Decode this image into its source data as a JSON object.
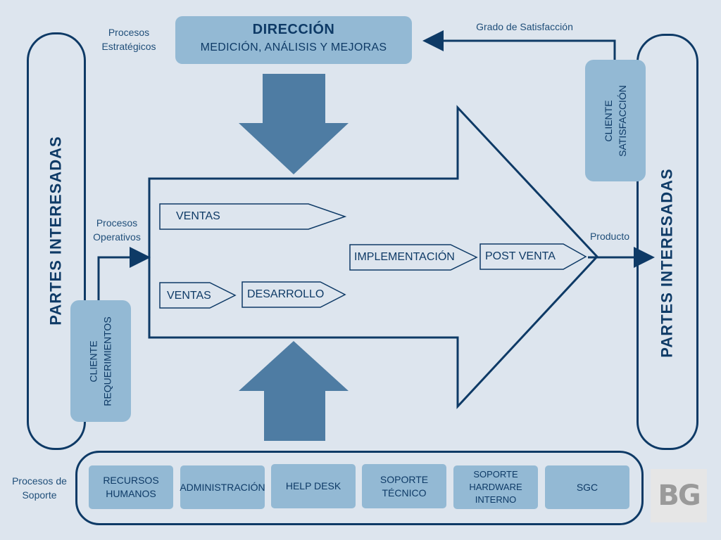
{
  "direccion": {
    "title": "DIRECCIÓN",
    "subtitle": "MEDICIÓN, ANÁLISIS Y MEJORAS"
  },
  "labels": {
    "estrategicos_line1": "Procesos",
    "estrategicos_line2": "Estratégicos",
    "operativos_line1": "Procesos",
    "operativos_line2": "Operativos",
    "soporte_line1": "Procesos de",
    "soporte_line2": "Soporte",
    "grado_satisfaccion": "Grado de Satisfacción",
    "producto": "Producto"
  },
  "partes_interesadas": {
    "left": "PARTES INTERESADAS",
    "right": "PARTES INTERESADAS"
  },
  "cliente_requerimientos": {
    "line1": "CLIENTE",
    "line2": "REQUERIMIENTOS"
  },
  "cliente_satisfaccion": {
    "line1": "CLIENTE",
    "line2": "SATISFACCIÓN"
  },
  "operativos": {
    "ventas_top": "VENTAS",
    "ventas_bottom": "VENTAS",
    "desarrollo": "DESARROLLO",
    "implementacion": "IMPLEMENTACIÓN",
    "post_venta": "POST VENTA"
  },
  "soporte": [
    {
      "line1": "RECURSOS",
      "line2": "HUMANOS"
    },
    {
      "line1": "ADMINISTRACIÓN"
    },
    {
      "line1": "HELP DESK"
    },
    {
      "line1": "SOPORTE",
      "line2": "TÉCNICO"
    },
    {
      "line1": "SOPORTE",
      "line2": "HARDWARE",
      "line3": "INTERNO"
    },
    {
      "line1": "SGC"
    }
  ],
  "logo": "BG",
  "colors": {
    "background": "#dde5ee",
    "dark_blue": "#0e3a66",
    "light_blue": "#93b9d4",
    "arrow_blue": "#4e7ca3"
  }
}
